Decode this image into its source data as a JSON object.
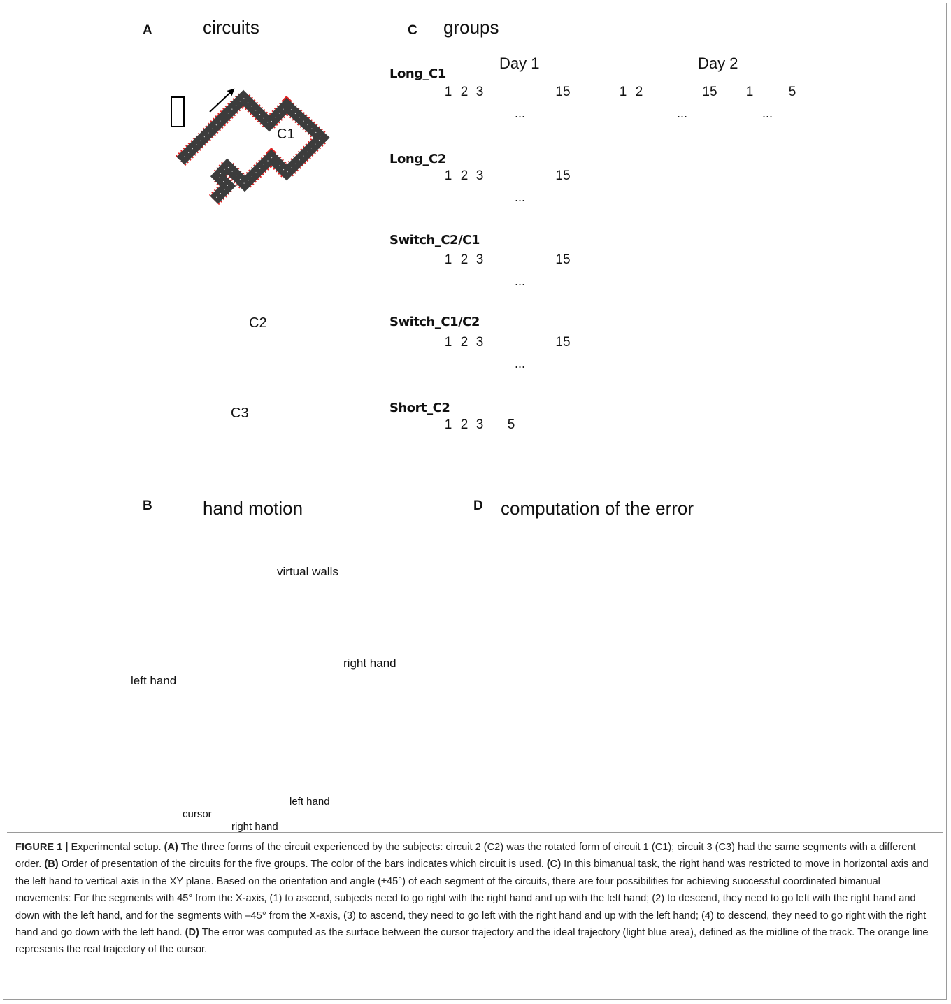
{
  "panels": {
    "a": {
      "letter": "A",
      "title": "circuits",
      "c1": "C1",
      "c2": "C2",
      "c3": "C3"
    },
    "b": {
      "letter": "B",
      "title": "hand motion",
      "virtual_walls": "virtual walls",
      "left_hand": "left hand",
      "right_hand": "right hand",
      "cursor": "cursor",
      "right_hand_small": "right hand",
      "left_hand_small": "left hand"
    },
    "c": {
      "letter": "C",
      "title": "groups",
      "day1": "Day 1",
      "day2": "Day 2",
      "dots": "...",
      "groups": [
        {
          "name": "Long_C1",
          "nums": [
            "1",
            "2",
            "3",
            "15",
            "1",
            "2",
            "15",
            "1",
            "5"
          ]
        },
        {
          "name": "Long_C2",
          "nums": [
            "1",
            "2",
            "3",
            "15"
          ]
        },
        {
          "name": "Switch_C2/C1",
          "nums": [
            "1",
            "2",
            "3",
            "15"
          ]
        },
        {
          "name": "Switch_C1/C2",
          "nums": [
            "1",
            "2",
            "3",
            "15"
          ]
        },
        {
          "name": "Short_C2",
          "nums": [
            "1",
            "2",
            "3",
            "5"
          ]
        }
      ]
    },
    "d": {
      "letter": "D",
      "title": "computation of the error"
    }
  },
  "caption": {
    "figure_label": "FIGURE 1 |",
    "intro": "Experimental setup.",
    "a_label": "(A)",
    "a_text": "The three  forms of the circuit experienced by the subjects: circuit 2 (C2) was the rotated form of circuit 1 (C1); circuit 3 (C3) had the same segments with a different order.",
    "b_label": "(B)",
    "b_text": "Order of presentation of the circuits for the five groups. The color of the bars indicates which circuit is used.",
    "c_label": "(C)",
    "c_text": "In this bimanual task, the right hand was restricted to move in horizontal axis and the left hand to vertical axis in the XY plane. Based on the orientation and angle (±45°) of each segment of the circuits, there are four possibilities for achieving successful coordinated bimanual movements: For the segments with 45° from the X-axis, (1) to ascend, subjects need to go right with the right hand and up with the left hand; (2) to descend, they need to go left with the right hand and down with the left hand, and for the segments with –45° from the X-axis, (3) to ascend, they need to go left with the right hand and up with the left hand; (4) to descend, they need to go right with the right hand and go down with the left hand.",
    "d_label": "(D)",
    "d_text": "The error was computed as the surface between the cursor trajectory and the ideal trajectory (light blue area), defined as the midline of the track. The orange line represents the real trajectory of the cursor."
  },
  "colors": {
    "bar_c1": "#ffffff",
    "bar_c2": "#000000",
    "bar_c3": "#8c8c8c",
    "vertical_arrow": "#3cb8e8",
    "horizontal_arrow": "#2e9a3e",
    "cursor_arrow": "#f28c28",
    "trajectory": "#f7a81b",
    "error_area": "#cfe0dd",
    "track": "#3c3c3c",
    "track_border": "#e02020"
  }
}
